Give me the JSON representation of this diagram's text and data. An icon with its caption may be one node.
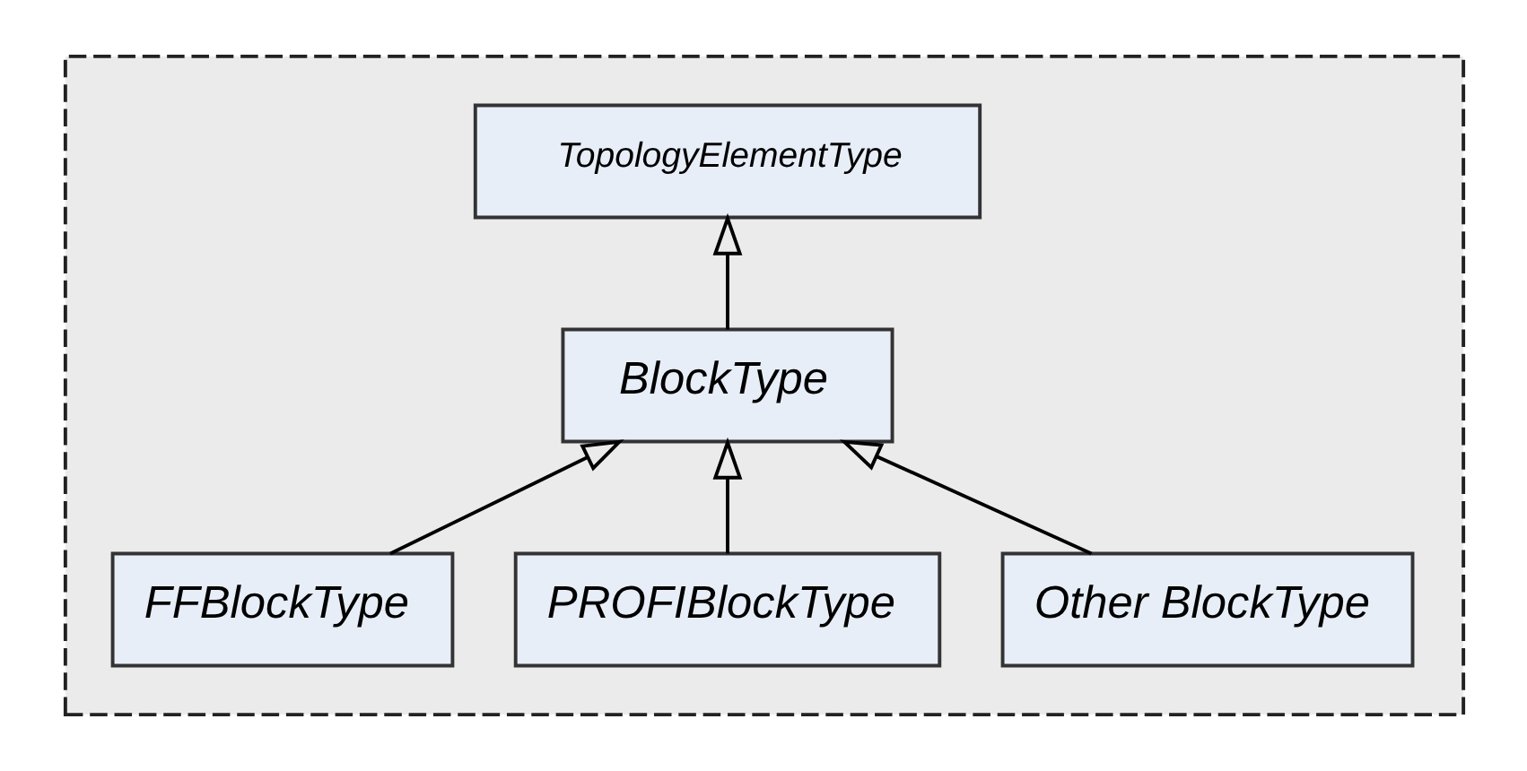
{
  "diagram": {
    "nodes": [
      {
        "text": [],
        "shape": "box"
      },
      {
        "text": [
          "TopologyElementType"
        ],
        "in": 0
      },
      {
        "text": [
          "BlockType"
        ],
        "in": 0
      },
      {
        "text": [
          "FFBlockType"
        ],
        "in": 0
      },
      {
        "text": [
          "PROFIBlockType"
        ],
        "in": 0
      },
      {
        "text": [
          "Other BlockType"
        ],
        "in": 0
      }
    ],
    "edges": [
      {
        "from": 2,
        "to": 1,
        "arrow": "to"
      },
      {
        "from": 3,
        "to": 2,
        "arrow": "to"
      },
      {
        "from": 4,
        "to": 2,
        "arrow": "to"
      },
      {
        "from": 5,
        "to": 2,
        "arrow": "to"
      }
    ]
  }
}
